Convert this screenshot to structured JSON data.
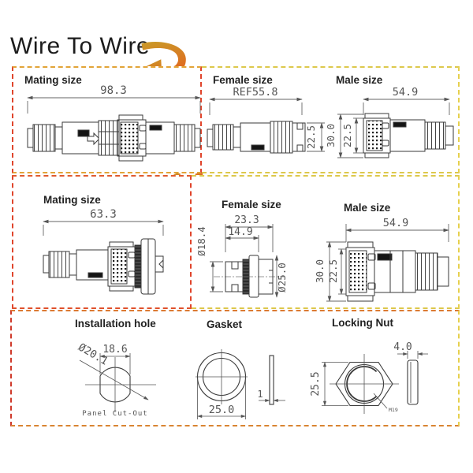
{
  "title": "Wire To Wire",
  "panels": {
    "mating1": {
      "label": "Mating size",
      "dim_width": "98.3"
    },
    "female1": {
      "label": "Female size",
      "dim_width": "REF55.8",
      "dim_body": "22.5"
    },
    "male1": {
      "label": "Male size",
      "dim_width": "54.9",
      "dim_flange": "30.0",
      "dim_body": "22.5"
    },
    "mating2": {
      "label": "Mating size",
      "dim_width": "63.3"
    },
    "female2": {
      "label": "Female size",
      "dim_width": "23.3",
      "dim_inner": "14.9",
      "dim_front": "Ø18.4",
      "dim_flange": "Ø25.0"
    },
    "male2": {
      "label": "Male size",
      "dim_width": "54.9",
      "dim_flange": "30.0",
      "dim_body": "22.5"
    },
    "hole": {
      "label": "Installation hole",
      "dim_dia": "Ø20.1",
      "dim_flat": "18.6",
      "caption": "Panel Cut-Out"
    },
    "gasket": {
      "label": "Gasket",
      "dim_dia": "25.0",
      "dim_thick": "1"
    },
    "nut": {
      "label": "Locking Nut",
      "dim_flats": "25.5",
      "dim_thick": "4.0",
      "thread": "M19"
    }
  },
  "colors": {
    "arrow_gold": "#c99a28",
    "arrow_orange": "#e2661f",
    "border_red": "#e0452c",
    "border_yellow": "#e6d04e",
    "line": "#3a3a3a",
    "dim_text": "#555555"
  }
}
